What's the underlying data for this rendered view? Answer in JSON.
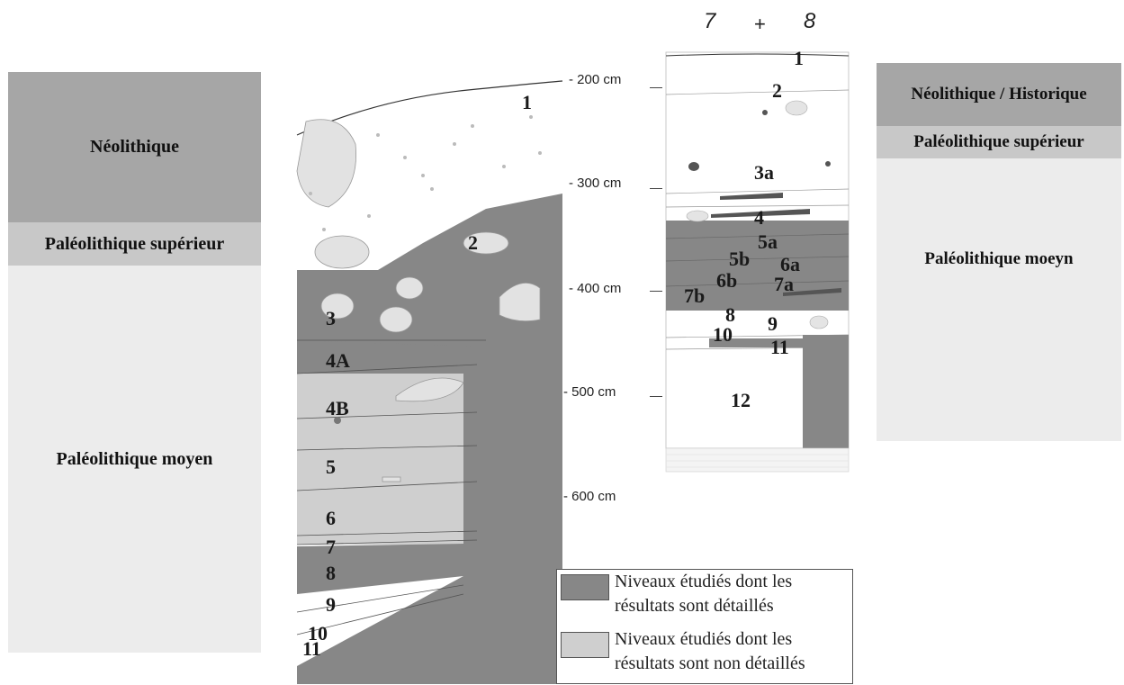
{
  "left_periods": [
    {
      "label": "Néolithique",
      "color": "#a6a6a6"
    },
    {
      "label": "Paléolithique supérieur",
      "color": "#c8c8c8"
    },
    {
      "label": "Paléolithique moyen",
      "color": "#ececec"
    }
  ],
  "right_periods": [
    {
      "label": "Néolithique / Historique",
      "color": "#a6a6a6"
    },
    {
      "label": "Paléolithique supérieur",
      "color": "#c8c8c8"
    },
    {
      "label": "Paléolithique moeyn",
      "color": "#ececec"
    }
  ],
  "depth_labels": [
    "- 200 cm",
    "- 300 cm",
    "- 400 cm",
    "- 500 cm",
    "- 600 cm"
  ],
  "squares": {
    "left": "7",
    "plus": "+",
    "right": "8"
  },
  "left_layers": [
    "1",
    "2",
    "3",
    "4A",
    "4B",
    "5",
    "6",
    "7",
    "8",
    "9",
    "10",
    "11"
  ],
  "right_layers": [
    "1",
    "2",
    "3a",
    "4",
    "5a",
    "5b",
    "6a",
    "6b",
    "7a",
    "7b",
    "8",
    "9",
    "10",
    "11",
    "12"
  ],
  "legend": [
    {
      "label": "Niveaux étudiés dont les résultats sont détaillés",
      "color": "#878787"
    },
    {
      "label": "Niveaux étudiés dont les résultats sont non détaillés",
      "color": "#cfcfcf"
    }
  ],
  "colors": {
    "dark": "#878787",
    "light": "#cfcfcf",
    "white": "#ffffff"
  }
}
